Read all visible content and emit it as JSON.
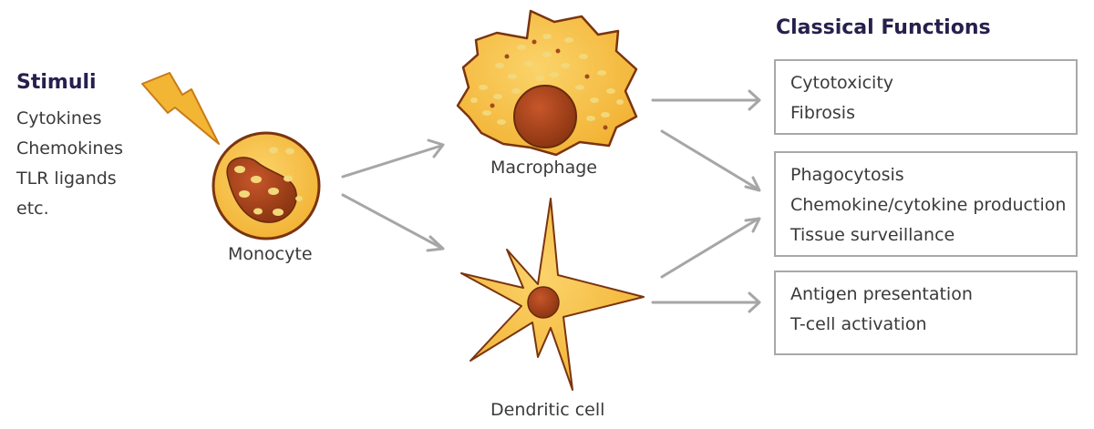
{
  "stimuli": {
    "title": "Stimuli",
    "items": [
      "Cytokines",
      "Chemokines",
      "TLR ligands",
      "etc."
    ]
  },
  "cells": {
    "monocyte": "Monocyte",
    "macrophage": "Macrophage",
    "dendritic": "Dendritic cell"
  },
  "functions": {
    "title": "Classical Functions",
    "boxes": [
      [
        "Cytotoxicity",
        "Fibrosis"
      ],
      [
        "Phagocytosis",
        "Chemokine/cytokine production",
        "Tissue surveillance"
      ],
      [
        "Antigen presentation",
        "T-cell activation"
      ]
    ]
  },
  "colors": {
    "cell_fill": "#f6c143",
    "cell_outline": "#8a3c10",
    "nucleus": "#a9451d",
    "granule": "#f2d87a",
    "arrow": "#a6a6a6",
    "lightning": "#f2b233",
    "heading": "#26204d"
  },
  "icons": [
    "lightning-bolt-icon"
  ]
}
